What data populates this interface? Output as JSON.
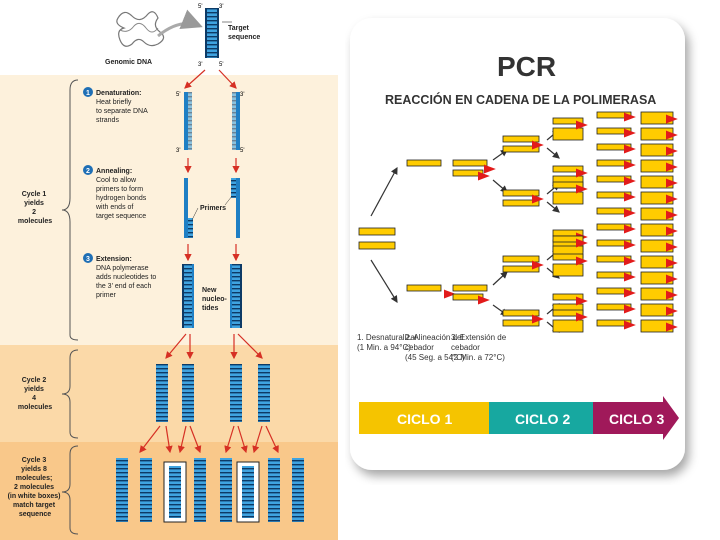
{
  "left": {
    "genomic_dna": "Genomic DNA",
    "end5_top": "5'",
    "end3_top": "3'",
    "end3_bottom": "3'",
    "end5_bottom": "5'",
    "target_sequence": [
      "Target",
      "sequence"
    ],
    "step1_title": "Denaturation:",
    "step1_lines": [
      "Heat briefly",
      "to separate DNA",
      "strands"
    ],
    "step2_title": "Annealing:",
    "step2_lines": [
      "Cool to allow",
      "primers to form",
      "hydrogen bonds",
      "with ends of",
      "target sequence"
    ],
    "step3_title": "Extension:",
    "step3_lines": [
      "DNA polymerase",
      "adds nucleotides to",
      "the 3' end of each",
      "primer"
    ],
    "primers_label": "Primers",
    "new_nucleotides_label": [
      "New",
      "nucleo-",
      "tides"
    ],
    "strand_5a": "5'",
    "strand_3a": "3'",
    "strand_3b": "3'",
    "strand_5b": "5'",
    "cycle1": [
      "Cycle 1",
      "yields",
      "2",
      "molecules"
    ],
    "cycle2": [
      "Cycle 2",
      "yields",
      "4",
      "molecules"
    ],
    "cycle3": [
      "Cycle 3",
      "yields 8",
      "molecules;",
      "2 molecules",
      "(in white boxes)",
      "match target",
      "sequence"
    ],
    "step_numbers": [
      "1",
      "2",
      "3"
    ]
  },
  "right": {
    "title": "PCR",
    "subtitle": "REACCIÓN EN CADENA DE LA POLIMERASA",
    "steps": [
      {
        "lines": [
          "1. Desnaturalizar",
          "(1 Min. a 94°C)"
        ]
      },
      {
        "lines": [
          "2. Alineación del",
          "cebador",
          "(45 Seg. a 54°C)"
        ]
      },
      {
        "lines": [
          "3. Extensión de",
          "cebador",
          "(2 Min. a 72°C)"
        ]
      }
    ],
    "cycles": [
      {
        "label": "CICLO 1",
        "color": "#f5c400"
      },
      {
        "label": "CICLO 2",
        "color": "#17a8a0"
      },
      {
        "label": "CICLO 3",
        "color": "#a0195a"
      }
    ]
  },
  "colors": {
    "bg_cycle1": "#fdf1dc",
    "bg_cycle2": "#fbd9a8",
    "bg_cycle3": "#f9c88a",
    "dna_blue": "#1f7fc4",
    "dna_dark": "#0d3a66",
    "arrow_red": "#d63024",
    "step_circle": "#1f6fb5",
    "yellow": "#ffcc00",
    "primer_red": "#e21b1b"
  }
}
